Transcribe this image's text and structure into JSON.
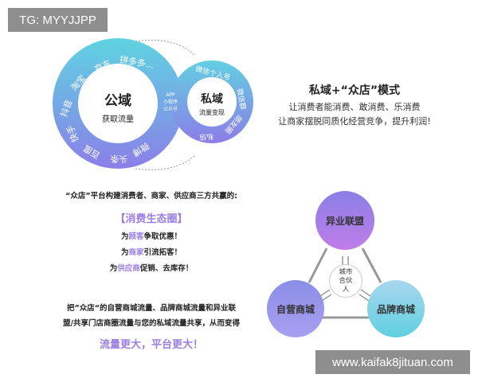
{
  "watermark_top": "TG: MYYJJPP",
  "watermark_bottom": "www.kaifak8jituan.com",
  "public_domain": {
    "title": "公域",
    "subtitle": "获取流量",
    "channels": [
      "抖音",
      "淘宝",
      "京东",
      "拼多多...",
      "快手",
      "百度",
      "头条",
      "微博"
    ]
  },
  "bridge": [
    "APP",
    "小程序",
    "公众号"
  ],
  "private_domain": {
    "title": "私域",
    "subtitle": "流量变现",
    "channels": [
      "微信个人号",
      "微信群",
      "朋友圈",
      "私信"
    ]
  },
  "headline": {
    "title": "私域+“众店”模式",
    "line1": "让消费者能消费、敢消费、乐消费",
    "line2": "让商家摆脱同质化经营竞争，提升利润!"
  },
  "ecosystem": {
    "intro": "“众店”平台构建消费者、商家、供应商三方共赢的:",
    "title": "【消费生态圈】",
    "lines": [
      {
        "pre": "为",
        "hl": "顾客",
        "post": "争取优惠！"
      },
      {
        "pre": "为",
        "hl": "商家",
        "post": "引流拓客！"
      },
      {
        "pre": "为",
        "hl": "供应商",
        "post": "促销、去库存！"
      }
    ]
  },
  "share": {
    "line1": "把”众店“的自营商城流量、品牌商城流量和异业联",
    "line2": "盟/共享门店商圈流量与您的私域流量共享，从而变得",
    "slogan": "流量更大，平台更大！"
  },
  "triangle": {
    "top": "异业联盟",
    "left": "自营商城",
    "right": "品牌商城",
    "center": "城市合伙人"
  },
  "colors": {
    "accent": "#9b7fe0",
    "ring_top": "#5fd0e0",
    "ring_bottom": "#8a7de8"
  }
}
